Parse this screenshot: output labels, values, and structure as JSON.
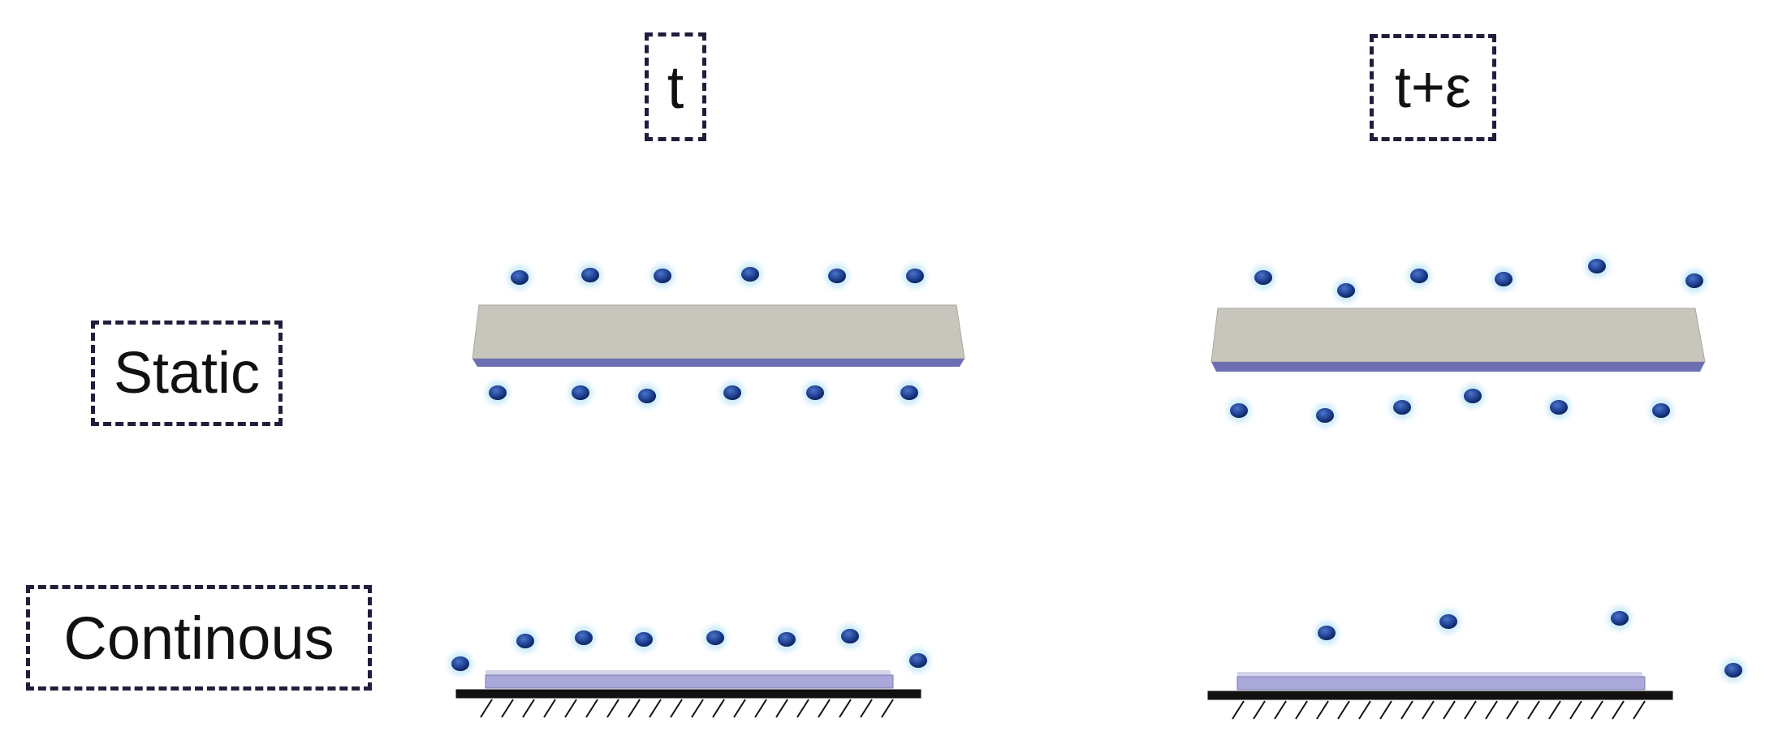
{
  "columns": {
    "t": "t",
    "t_eps": "t+ε"
  },
  "rows": {
    "static": "Static",
    "continuous": "Continous"
  },
  "colors": {
    "frame": "#1f1f3d",
    "plate_top": "#c8c5bc",
    "plate_edge": "#6d6fb3",
    "thin_plate": "#a9a8d9",
    "particle": "#1b3a8a",
    "glow": "#9fd6f2",
    "ground": "#111111"
  }
}
